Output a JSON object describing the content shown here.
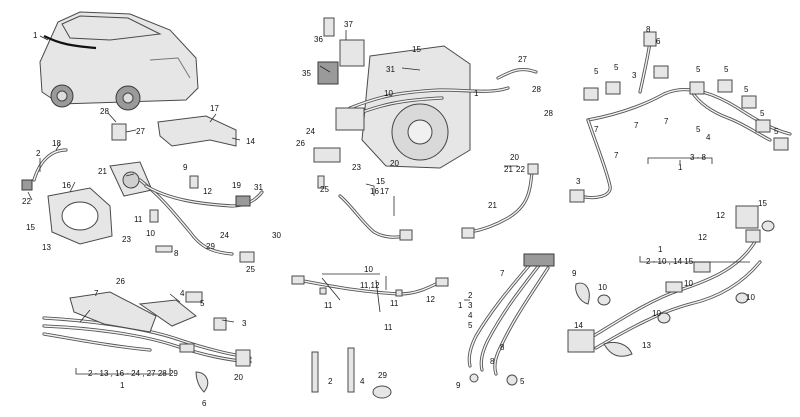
{
  "diagram": {
    "callouts": [
      {
        "id": "p1",
        "text": "1"
      },
      {
        "id": "p2",
        "text": "2"
      },
      {
        "id": "p13",
        "text": "13"
      },
      {
        "id": "p15",
        "text": "15"
      },
      {
        "id": "p16",
        "text": "16"
      },
      {
        "id": "p17",
        "text": "17"
      },
      {
        "id": "p18",
        "text": "18"
      },
      {
        "id": "p21",
        "text": "21"
      },
      {
        "id": "p22",
        "text": "22"
      },
      {
        "id": "p27",
        "text": "27"
      },
      {
        "id": "p28",
        "text": "28"
      },
      {
        "id": "p14",
        "text": "14"
      },
      {
        "id": "p9",
        "text": "9"
      },
      {
        "id": "p12",
        "text": "12"
      },
      {
        "id": "p19",
        "text": "19"
      },
      {
        "id": "p31",
        "text": "31"
      },
      {
        "id": "p11",
        "text": "11"
      },
      {
        "id": "p10",
        "text": "10"
      },
      {
        "id": "p23",
        "text": "23"
      },
      {
        "id": "p24",
        "text": "24"
      },
      {
        "id": "p29",
        "text": "29"
      },
      {
        "id": "p8",
        "text": "8"
      },
      {
        "id": "p30",
        "text": "30"
      },
      {
        "id": "p25",
        "text": "25"
      },
      {
        "id": "p26",
        "text": "26"
      },
      {
        "id": "p7",
        "text": "7"
      },
      {
        "id": "p4",
        "text": "4"
      },
      {
        "id": "p5",
        "text": "5"
      },
      {
        "id": "p3",
        "text": "3"
      },
      {
        "id": "p20",
        "text": "20"
      },
      {
        "id": "p6",
        "text": "6"
      },
      {
        "id": "grp-a",
        "text": "2 - 13 , 16 - 24 , 27 28 29"
      },
      {
        "id": "grp-a-1",
        "text": "1"
      },
      {
        "id": "m37",
        "text": "37"
      },
      {
        "id": "m36",
        "text": "36"
      },
      {
        "id": "m35",
        "text": "35"
      },
      {
        "id": "m15",
        "text": "15"
      },
      {
        "id": "m31",
        "text": "31"
      },
      {
        "id": "m10",
        "text": "10"
      },
      {
        "id": "m1",
        "text": "1"
      },
      {
        "id": "m27",
        "text": "27"
      },
      {
        "id": "m28a",
        "text": "28"
      },
      {
        "id": "m28b",
        "text": "28"
      },
      {
        "id": "m24",
        "text": "24"
      },
      {
        "id": "m26",
        "text": "26"
      },
      {
        "id": "m23",
        "text": "23"
      },
      {
        "id": "m25",
        "text": "25"
      },
      {
        "id": "m20",
        "text": "20"
      },
      {
        "id": "m16",
        "text": "16"
      },
      {
        "id": "m17",
        "text": "17"
      },
      {
        "id": "m15b",
        "text": "15"
      },
      {
        "id": "m20b",
        "text": "20"
      },
      {
        "id": "m21a",
        "text": "21"
      },
      {
        "id": "m22",
        "text": "22"
      },
      {
        "id": "m21b",
        "text": "21"
      },
      {
        "id": "r8",
        "text": "8"
      },
      {
        "id": "r6",
        "text": "6"
      },
      {
        "id": "r5a",
        "text": "5"
      },
      {
        "id": "r5b",
        "text": "5"
      },
      {
        "id": "r5c",
        "text": "5"
      },
      {
        "id": "r5d",
        "text": "5"
      },
      {
        "id": "r5e",
        "text": "5"
      },
      {
        "id": "r5f",
        "text": "5"
      },
      {
        "id": "r5g",
        "text": "5"
      },
      {
        "id": "r5h",
        "text": "5"
      },
      {
        "id": "r3a",
        "text": "3"
      },
      {
        "id": "r7a",
        "text": "7"
      },
      {
        "id": "r7b",
        "text": "7"
      },
      {
        "id": "r7c",
        "text": "7"
      },
      {
        "id": "r7d",
        "text": "7"
      },
      {
        "id": "r4",
        "text": "4"
      },
      {
        "id": "r38",
        "text": "3 - 8"
      },
      {
        "id": "r1",
        "text": "1"
      },
      {
        "id": "r3b",
        "text": "3"
      },
      {
        "id": "b10",
        "text": "10"
      },
      {
        "id": "b1112",
        "text": "11,12"
      },
      {
        "id": "b12",
        "text": "12"
      },
      {
        "id": "b11a",
        "text": "11"
      },
      {
        "id": "b11b",
        "text": "11"
      },
      {
        "id": "b11c",
        "text": "11"
      },
      {
        "id": "b2",
        "text": "2"
      },
      {
        "id": "b4",
        "text": "4"
      },
      {
        "id": "b29",
        "text": "29"
      },
      {
        "id": "c7",
        "text": "7"
      },
      {
        "id": "c1",
        "text": "1"
      },
      {
        "id": "c2",
        "text": "2"
      },
      {
        "id": "c3",
        "text": "3"
      },
      {
        "id": "c4",
        "text": "4"
      },
      {
        "id": "c5",
        "text": "5"
      },
      {
        "id": "c8a",
        "text": "8"
      },
      {
        "id": "c8b",
        "text": "8"
      },
      {
        "id": "c9",
        "text": "9"
      },
      {
        "id": "c5b",
        "text": "5"
      },
      {
        "id": "d12a",
        "text": "12"
      },
      {
        "id": "d15",
        "text": "15"
      },
      {
        "id": "d12b",
        "text": "12"
      },
      {
        "id": "d1",
        "text": "1"
      },
      {
        "id": "d210",
        "text": "2 - 10 , 14 15"
      },
      {
        "id": "d9",
        "text": "9"
      },
      {
        "id": "d10a",
        "text": "10"
      },
      {
        "id": "d10b",
        "text": "10"
      },
      {
        "id": "d10c",
        "text": "10"
      },
      {
        "id": "d10d",
        "text": "10"
      },
      {
        "id": "d14",
        "text": "14"
      },
      {
        "id": "d13",
        "text": "13"
      }
    ]
  }
}
